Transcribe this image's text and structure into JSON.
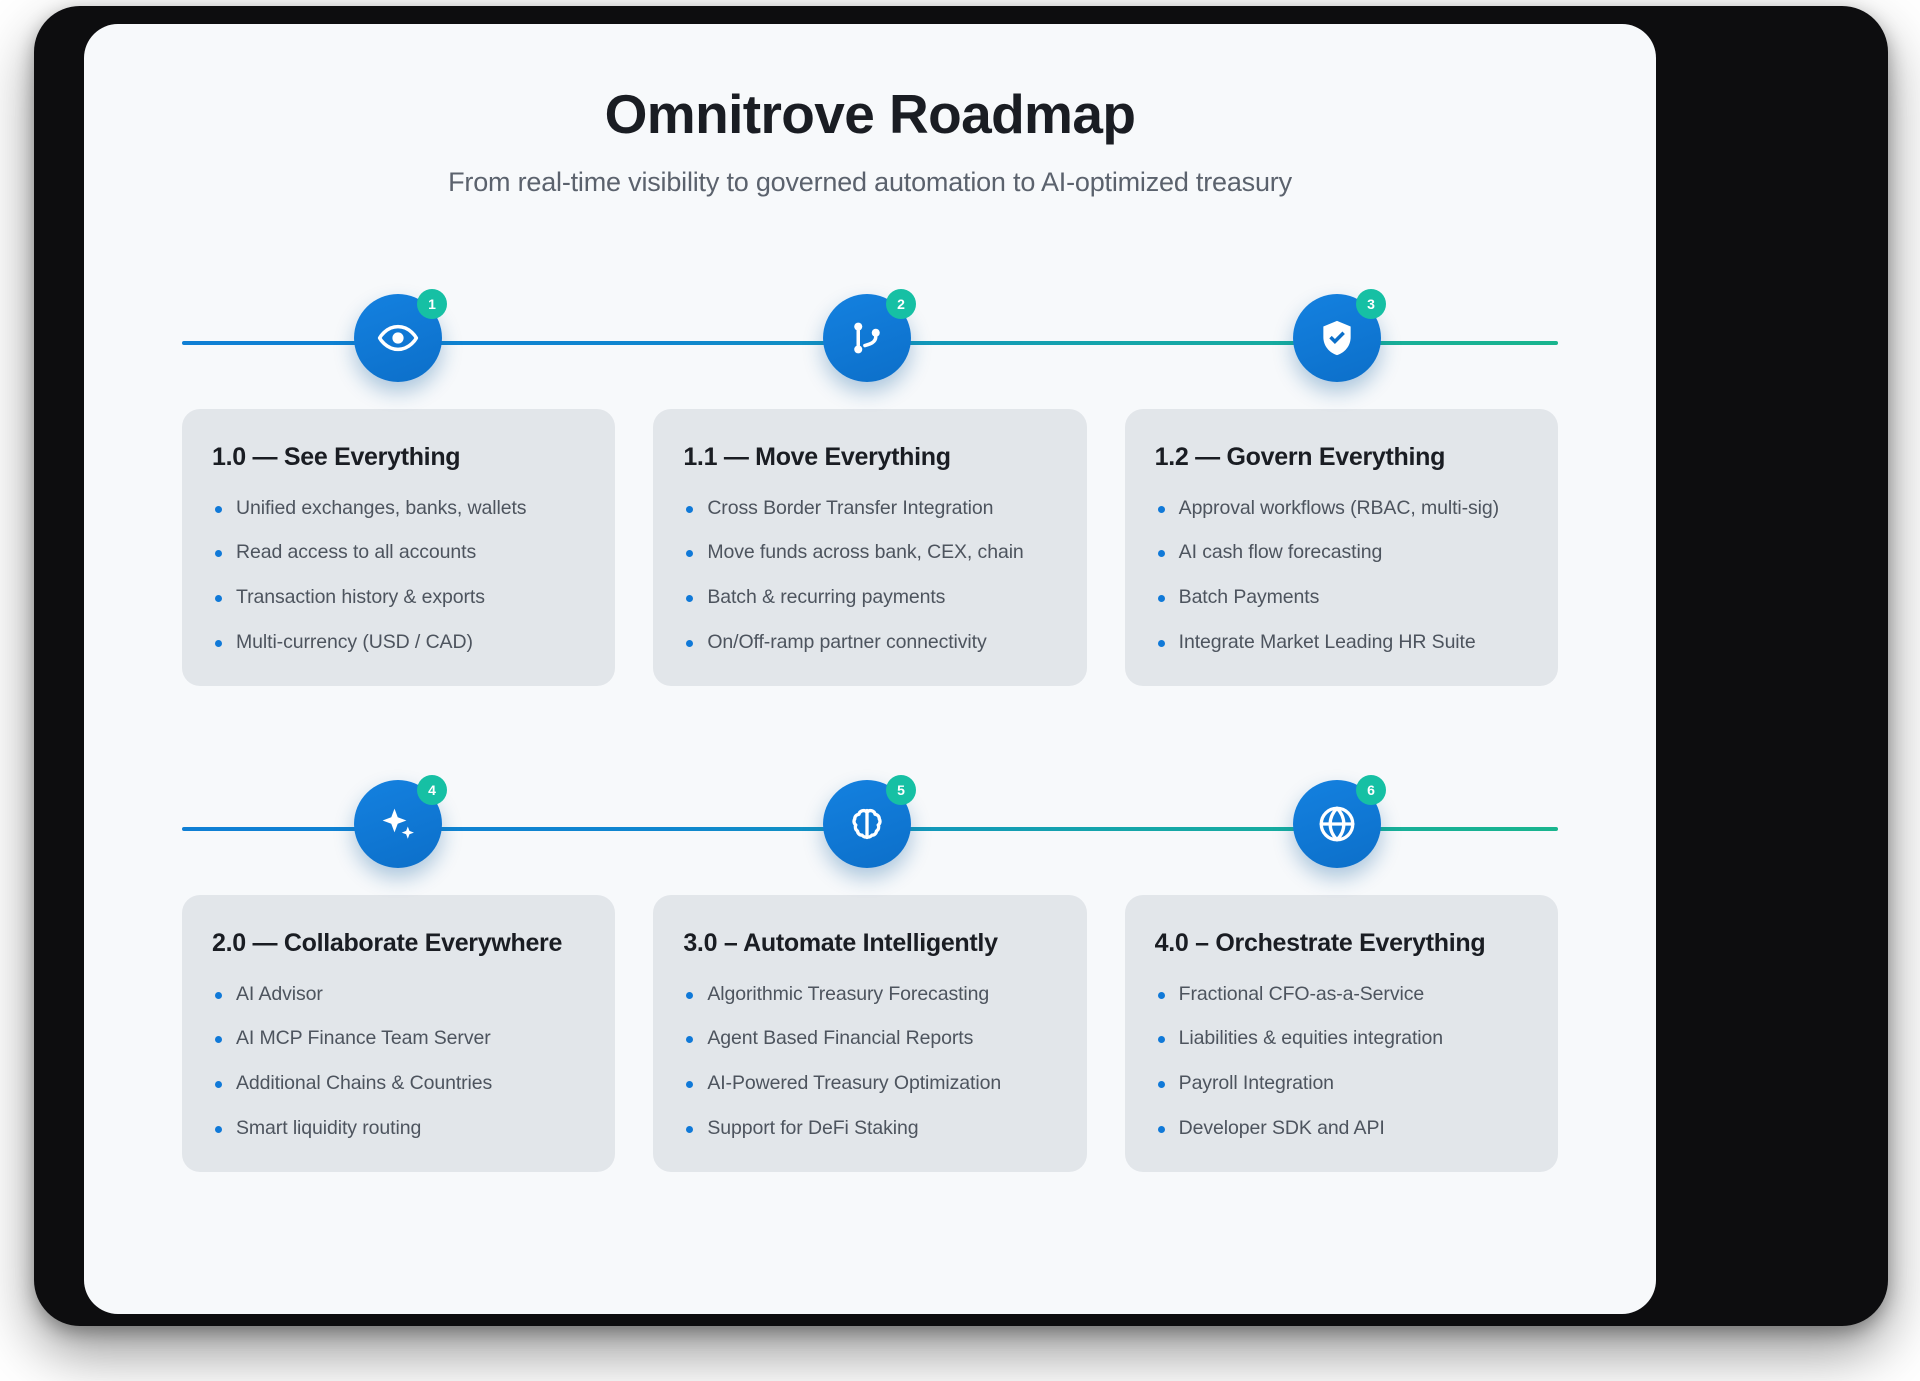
{
  "header": {
    "title": "Omnitrove Roadmap",
    "subtitle": "From real-time visibility to governed automation to AI-optimized treasury"
  },
  "colors": {
    "marker_blue": "#0c6fc9",
    "badge_green": "#16c0a4",
    "bullet_blue": "#1079d8",
    "card_bg": "#e2e6ea",
    "screen_bg": "#f7f9fb",
    "line_gradient_start": "#0f7fd4",
    "line_gradient_end": "#19b58e"
  },
  "rows": [
    {
      "markers": [
        {
          "badge": "1",
          "icon": "eye-icon"
        },
        {
          "badge": "2",
          "icon": "git-branch-icon"
        },
        {
          "badge": "3",
          "icon": "shield-check-icon"
        }
      ],
      "cards": [
        {
          "title": "1.0 — See Everything",
          "bullets": [
            "Unified exchanges, banks, wallets",
            "Read access to all accounts",
            "Transaction history & exports",
            "Multi-currency (USD / CAD)"
          ]
        },
        {
          "title": "1.1 — Move Everything",
          "bullets": [
            "Cross Border Transfer Integration",
            "Move funds across bank, CEX, chain",
            "Batch & recurring payments",
            "On/Off-ramp partner connectivity"
          ]
        },
        {
          "title": "1.2 — Govern Everything",
          "bullets": [
            "Approval workflows (RBAC, multi-sig)",
            "AI cash flow forecasting",
            "Batch Payments",
            "Integrate Market Leading HR Suite"
          ]
        }
      ]
    },
    {
      "markers": [
        {
          "badge": "4",
          "icon": "sparkle-icon"
        },
        {
          "badge": "5",
          "icon": "brain-icon"
        },
        {
          "badge": "6",
          "icon": "globe-icon"
        }
      ],
      "cards": [
        {
          "title": "2.0 — Collaborate Everywhere",
          "bullets": [
            "AI Advisor",
            "AI MCP Finance Team Server",
            "Additional Chains & Countries",
            "Smart liquidity routing"
          ]
        },
        {
          "title": "3.0 – Automate Intelligently",
          "bullets": [
            "Algorithmic Treasury Forecasting",
            "Agent Based Financial Reports",
            "AI-Powered Treasury Optimization",
            "Support for DeFi Staking"
          ]
        },
        {
          "title": "4.0 – Orchestrate Everything",
          "bullets": [
            "Fractional CFO-as-a-Service",
            "Liabilities & equities integration",
            "Payroll Integration",
            "Developer SDK and API"
          ]
        }
      ]
    }
  ]
}
